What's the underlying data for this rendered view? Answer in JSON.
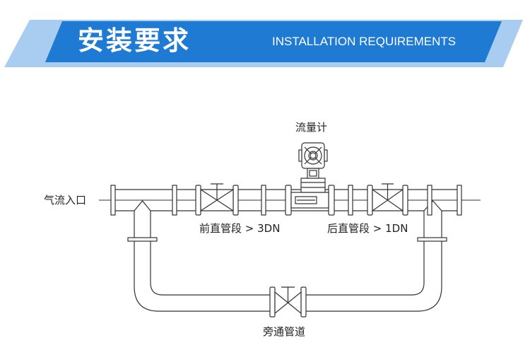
{
  "header": {
    "title_cn": "安装要求",
    "title_en": "INSTALLATION REQUIREMENTS",
    "accent_color": "#1e7ad3",
    "light_color": "#a9cdf0"
  },
  "diagram": {
    "flowmeter_label": "流量计",
    "inlet_label": "气流入口",
    "upstream_label": "前直管段 > 3DN",
    "downstream_label": "后直管段 > 1DN",
    "bypass_label": "旁通管道"
  }
}
